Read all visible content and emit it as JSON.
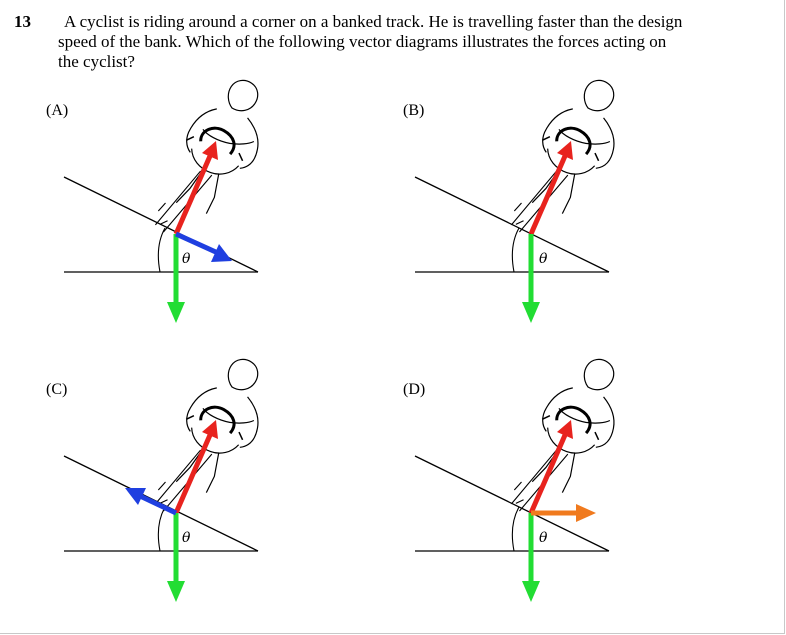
{
  "question": {
    "number": "13",
    "text_line1": "A cyclist is riding around a corner on a banked track. He is travelling faster than the design",
    "text_line2": "speed of the bank. Which of the following vector diagrams illustrates the forces acting on",
    "text_line3": "the cyclist?"
  },
  "options": [
    {
      "label": "(A)",
      "angle_label": "θ",
      "extra_force": "blue arrow down the slope",
      "color": "#1f3fe0"
    },
    {
      "label": "(B)",
      "angle_label": "θ",
      "extra_force": "none"
    },
    {
      "label": "(C)",
      "angle_label": "θ",
      "extra_force": "blue arrow up the slope",
      "color": "#1f3fe0"
    },
    {
      "label": "(D)",
      "angle_label": "θ",
      "extra_force": "orange horizontal arrow",
      "color": "#f07a1e"
    }
  ],
  "colors": {
    "normal_force": "#e8231e",
    "weight": "#22dd33",
    "friction": "#1f3fe0",
    "horizontal": "#f07a1e"
  },
  "icons": [
    "cyclist-icon",
    "ramp-icon"
  ]
}
